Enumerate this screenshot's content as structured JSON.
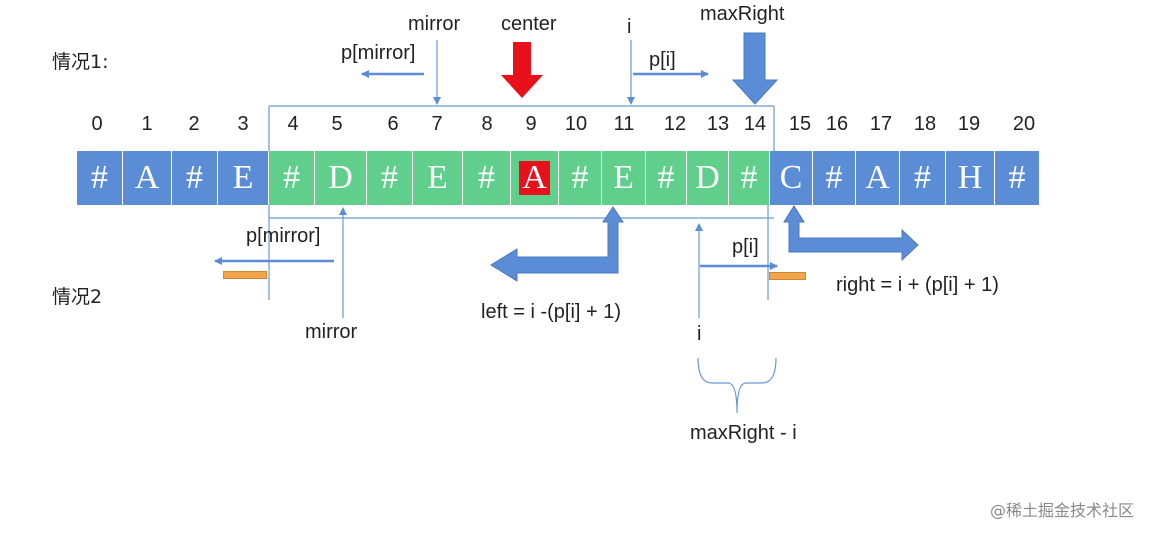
{
  "case1_label": "情况1:",
  "case2_label": "情况2",
  "indices": [
    "0",
    "1",
    "2",
    "3",
    "4",
    "5",
    "6",
    "7",
    "8",
    "9",
    "10",
    "11",
    "12",
    "13",
    "14",
    "15",
    "16",
    "17",
    "18",
    "19",
    "20"
  ],
  "cells": [
    "#",
    "A",
    "#",
    "E",
    "#",
    "D",
    "#",
    "E",
    "#",
    "A",
    "#",
    "E",
    "#",
    "D",
    "#",
    "C",
    "#",
    "A",
    "#",
    "H",
    "#"
  ],
  "green_range": [
    4,
    14
  ],
  "highlight_index": 9,
  "top_labels": {
    "mirror": "mirror",
    "center": "center",
    "i": "i",
    "maxRight": "maxRight",
    "p_mirror": "p[mirror]",
    "p_i": "p[i]"
  },
  "bottom_labels": {
    "p_mirror": "p[mirror]",
    "mirror": "mirror",
    "left_formula": "left = i -(p[i] + 1)",
    "p_i": "p[i]",
    "i": "i",
    "right_formula": "right = i + (p[i] + 1)",
    "maxRight_minus_i": "maxRight - i"
  },
  "colors": {
    "cell_blue": "#5b8dd6",
    "cell_green": "#5fcf8b",
    "center_arrow": "#e8101a",
    "arrow_blue": "#5b8dd6",
    "bar_orange": "#f2a54a"
  },
  "watermark": "@稀土掘金技术社区"
}
